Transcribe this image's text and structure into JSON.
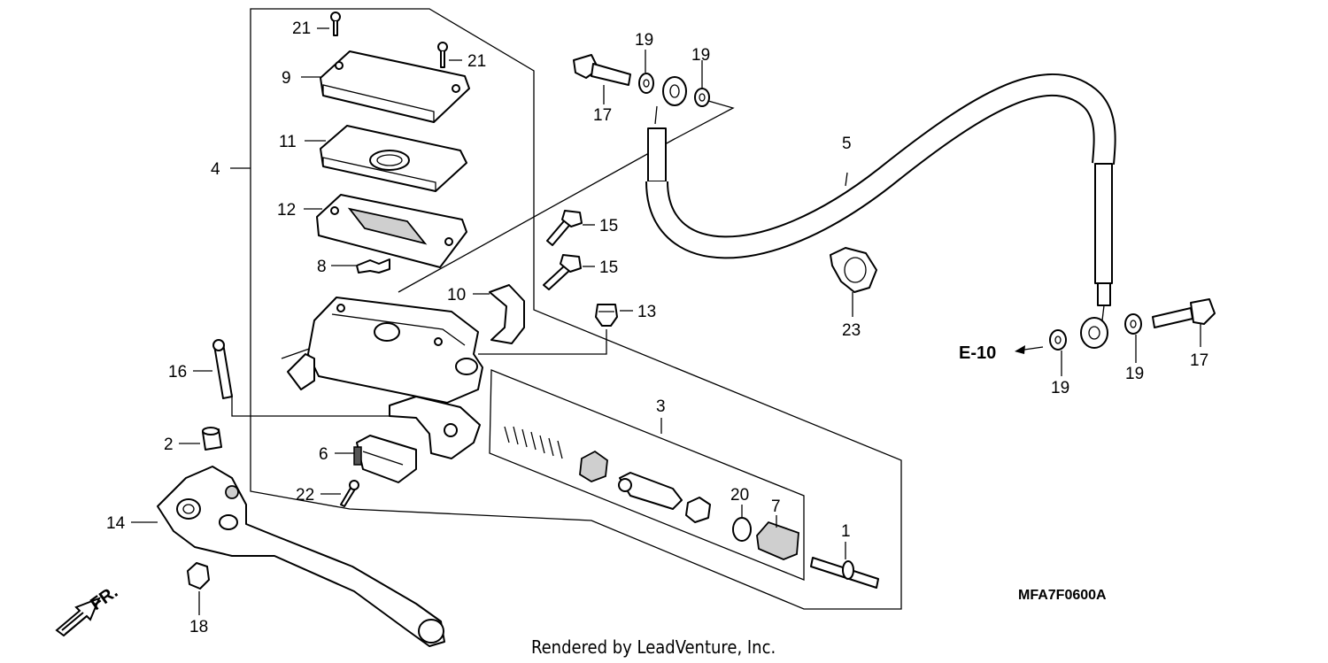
{
  "diagram": {
    "title": "MFA7F0600A",
    "footer": "Rendered by LeadVenture, Inc.",
    "reference": "E-10",
    "direction_label": "FR.",
    "callouts": {
      "c1": "1",
      "c2": "2",
      "c3": "3",
      "c4": "4",
      "c5": "5",
      "c6": "6",
      "c7": "7",
      "c8": "8",
      "c9": "9",
      "c10": "10",
      "c11": "11",
      "c12": "12",
      "c13": "13",
      "c14": "14",
      "c15a": "15",
      "c15b": "15",
      "c16": "16",
      "c17a": "17",
      "c17b": "17",
      "c18": "18",
      "c19a": "19",
      "c19b": "19",
      "c19c": "19",
      "c19d": "19",
      "c20": "20",
      "c21a": "21",
      "c21b": "21",
      "c22": "22",
      "c23": "23"
    }
  }
}
